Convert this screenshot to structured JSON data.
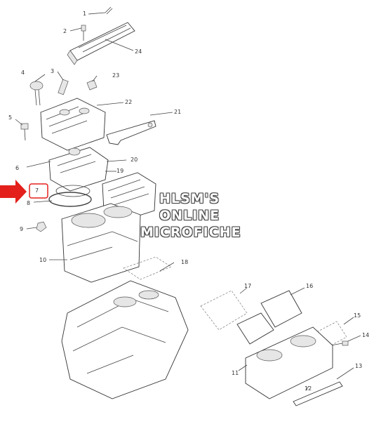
{
  "diagram": {
    "watermark": [
      "HLSM'S",
      "ONLINE",
      "MICROFICHE"
    ],
    "highlight_color": "#e3201b",
    "highlighted_part": "7",
    "callouts": [
      "1",
      "2",
      "3",
      "4",
      "5",
      "6",
      "7",
      "8",
      "9",
      "10",
      "11",
      "12",
      "13",
      "14",
      "15",
      "16",
      "17",
      "18",
      "19",
      "20",
      "21",
      "22",
      "23",
      "24"
    ]
  }
}
